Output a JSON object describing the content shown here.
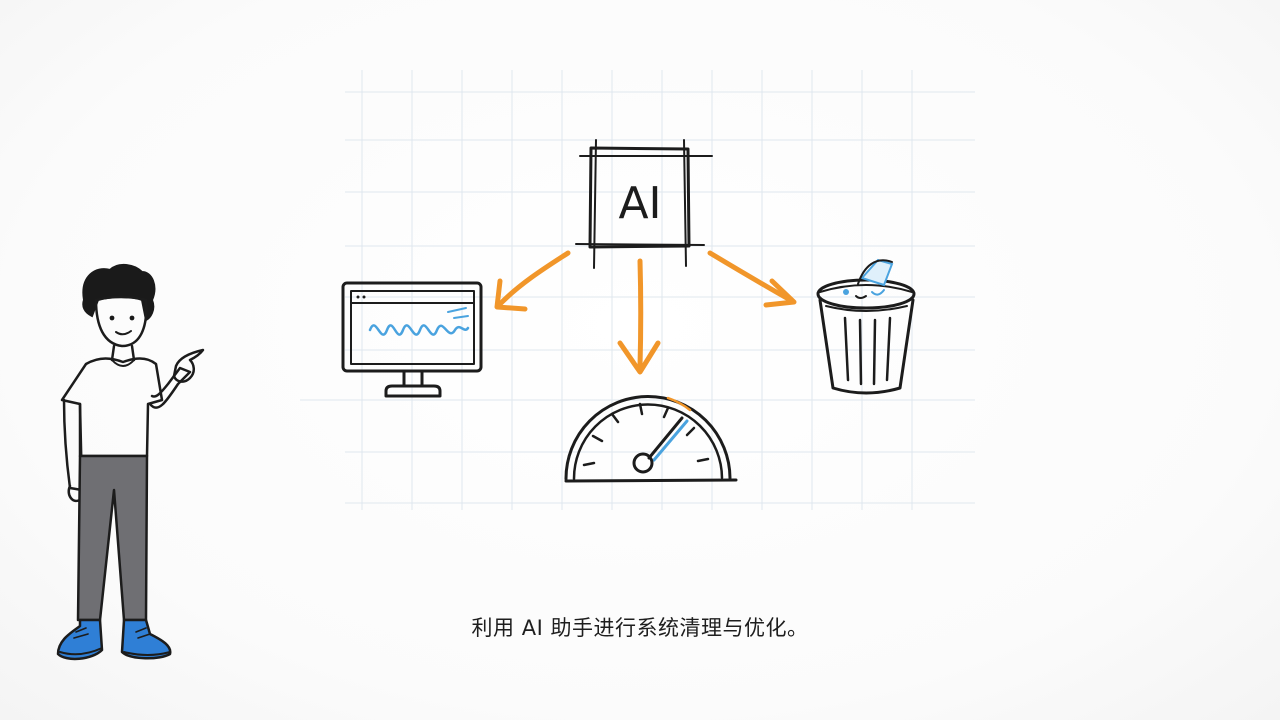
{
  "ai_box": {
    "label": "AI"
  },
  "caption": {
    "text": "利用 AI 助手进行系统清理与优化。"
  },
  "colors": {
    "ink": "#1c1c1c",
    "arrow": "#f1962a",
    "accent_blue": "#4aa3df",
    "shoe_blue": "#2f7fd6",
    "pants_gray": "#6f6f73"
  },
  "icons": {
    "ai": "ai-box",
    "monitor": "monitor-icon",
    "gauge": "speedometer-icon",
    "trash": "trash-can-icon",
    "person": "pointing-person"
  }
}
